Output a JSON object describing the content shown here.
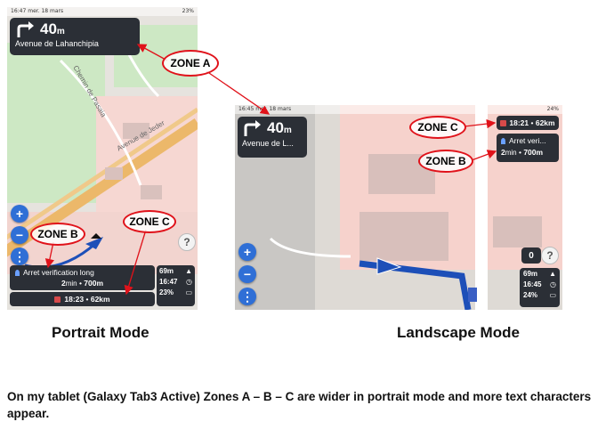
{
  "portrait": {
    "status": {
      "time": "16:47",
      "date": "mer. 18 mars",
      "battery": "23%"
    },
    "turn": {
      "distance": "40",
      "unit": "m",
      "street": "Avenue de Lahanchipia"
    },
    "map_labels": [
      "Avenue de Jeder",
      "Chemin de Pasaia"
    ],
    "waypoint": {
      "name": "Arret verification long",
      "eta": "2",
      "eta_unit": "min",
      "dist": "700m"
    },
    "destination": {
      "time": "18:23",
      "dist": "62km"
    },
    "side": {
      "altitude": "69m",
      "clock": "16:47",
      "battery": "23%"
    },
    "buttons": {
      "zoom_in": "+",
      "zoom_out": "−",
      "menu": "⋮",
      "help": "?"
    }
  },
  "landscape": {
    "status": {
      "time": "16:45",
      "date": "mer. 18 mars",
      "battery": "24%"
    },
    "turn": {
      "distance": "40",
      "unit": "m",
      "street": "Avenue de L..."
    },
    "destination": {
      "time": "18:21",
      "dist": "62km"
    },
    "waypoint": {
      "name": "Arret veri...",
      "eta": "2",
      "eta_unit": "min",
      "dist": "700m"
    },
    "side": {
      "altitude": "69m",
      "clock": "16:45",
      "battery": "24%"
    },
    "counter": "0",
    "buttons": {
      "zoom_in": "+",
      "zoom_out": "−",
      "menu": "⋮",
      "help": "?"
    }
  },
  "zones": {
    "a": "ZONE A",
    "b": "ZONE B",
    "c": "ZONE C"
  },
  "captions": {
    "portrait": "Portrait Mode",
    "landscape": "Landscape Mode"
  },
  "note": "On my tablet (Galaxy Tab3 Active) Zones A – B – C are wider in portrait mode and more text characters appear.",
  "colors": {
    "card": "#2b2f36",
    "accent": "#2f6fd6",
    "zone_border": "#e0121a",
    "route": "#1d4fb8"
  }
}
